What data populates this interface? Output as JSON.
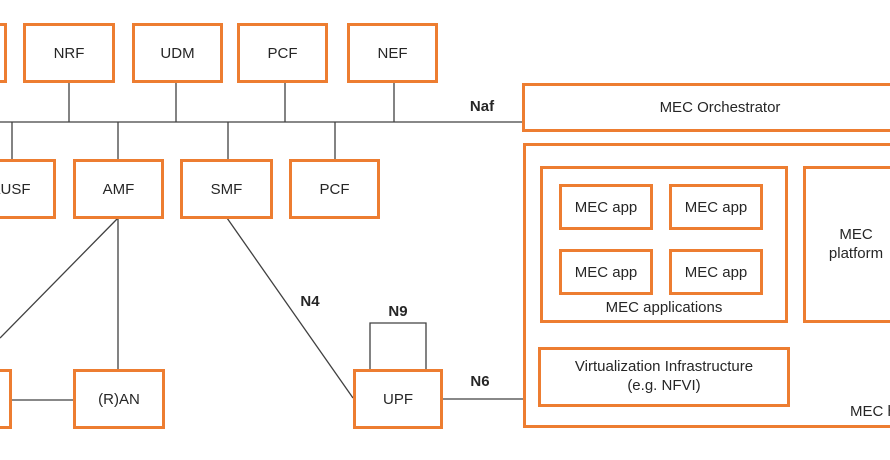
{
  "colors": {
    "box_border": "#ED7D31",
    "connector_line": "#404040",
    "text": "#262626"
  },
  "core_network": {
    "top_row": [
      {
        "label": ""
      },
      {
        "label": "NRF"
      },
      {
        "label": "UDM"
      },
      {
        "label": "PCF"
      },
      {
        "label": "NEF"
      }
    ],
    "second_row": [
      {
        "label": "AUSF"
      },
      {
        "label": "AMF"
      },
      {
        "label": "SMF"
      },
      {
        "label": "PCF"
      }
    ],
    "access": {
      "ue_label": "",
      "ran_label": "(R)AN",
      "upf_label": "UPF"
    },
    "interfaces": {
      "naf": "Naf",
      "n4": "N4",
      "n9": "N9",
      "n6": "N6"
    }
  },
  "mec": {
    "orchestrator_label": "MEC Orchestrator",
    "host_label": "MEC host",
    "applications_label": "MEC applications",
    "apps": [
      "MEC app",
      "MEC app",
      "MEC app",
      "MEC app"
    ],
    "platform_label": "MEC platform",
    "virtualization_line1": "Virtualization Infrastructure",
    "virtualization_line2": "(e.g. NFVI)"
  }
}
